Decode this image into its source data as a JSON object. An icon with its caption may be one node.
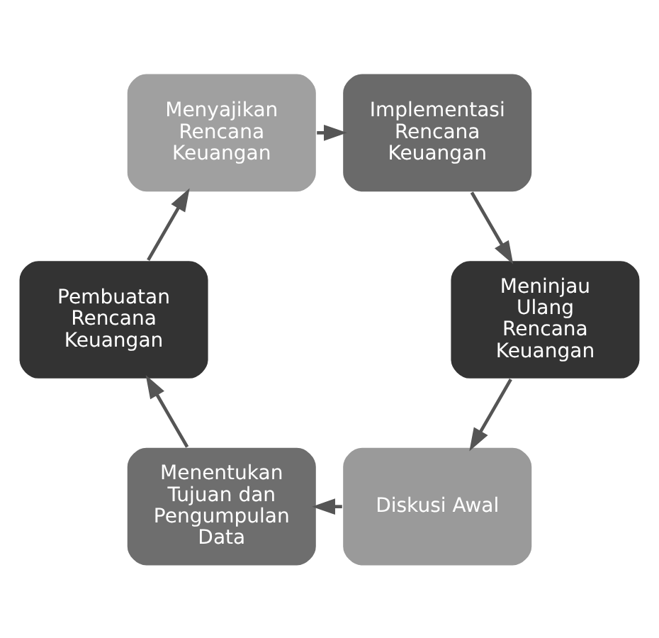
{
  "diagram": {
    "nodes": [
      {
        "text": [
          "Diskusi Awal"
        ]
      },
      {
        "text": [
          "Menentukan Tujuan dan Pengumpulan Data"
        ]
      },
      {
        "text": [
          "Pembuatan Rencana Keuangan"
        ]
      },
      {
        "text": [
          "Menyajikan Rencana Keuangan"
        ]
      },
      {
        "text": [
          "Implementasi Rencana Keuangan"
        ]
      },
      {
        "text": [
          "Meninjau Ulang Rencana Keuangan"
        ]
      }
    ],
    "edges": [
      {
        "from": 0,
        "to": 1,
        "arrow": "to"
      },
      {
        "from": 1,
        "to": 2,
        "arrow": "to"
      },
      {
        "from": 2,
        "to": 3,
        "arrow": "to"
      },
      {
        "from": 3,
        "to": 4,
        "arrow": "to"
      },
      {
        "from": 4,
        "to": 5,
        "arrow": "to"
      },
      {
        "from": 5,
        "to": 0,
        "arrow": "to"
      }
    ]
  }
}
